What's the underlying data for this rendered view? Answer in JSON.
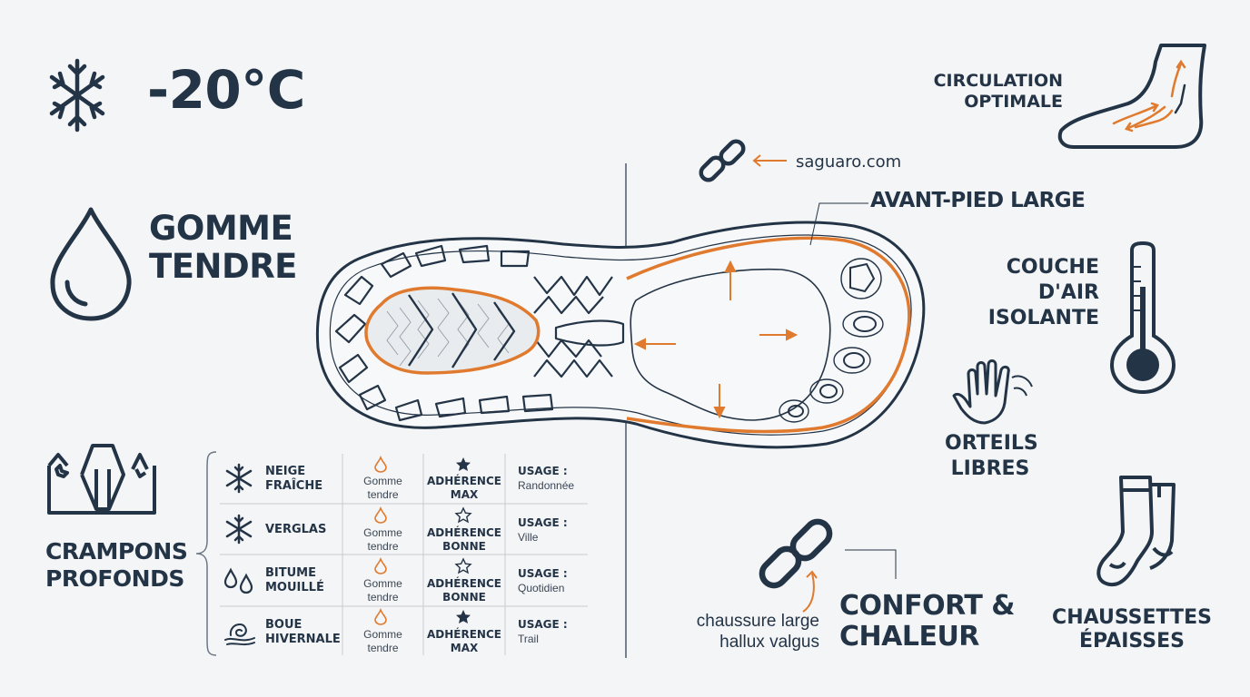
{
  "colors": {
    "navy": "#243447",
    "orange": "#e07a2e",
    "background": "#f4f5f6",
    "grid": "#c7ccd2"
  },
  "temperature": {
    "icon": "snowflake-icon",
    "value": "-20°C"
  },
  "rubber": {
    "icon": "droplet-icon",
    "line1": "GOMME",
    "line2": "TENDRE"
  },
  "cleats": {
    "icon": "cleats-icon",
    "line1": "CRAMPONS",
    "line2": "PROFONDS"
  },
  "link_top": {
    "icon": "link-icon",
    "text": "saguaro.com"
  },
  "forefoot": {
    "label": "AVANT-PIED LARGE"
  },
  "circulation": {
    "line1": "CIRCULATION",
    "line2": "OPTIMALE",
    "icon": "foot-icon"
  },
  "air_layer": {
    "line1": "COUCHE",
    "line2": "D'AIR",
    "line3": "ISOLANTE",
    "icon": "thermometer-icon"
  },
  "toes": {
    "line1": "ORTEILS",
    "line2": "LIBRES",
    "icon": "hand-icon"
  },
  "socks": {
    "line1": "CHAUSSETTES",
    "line2": "ÉPAISSES",
    "icon": "socks-icon"
  },
  "comfort": {
    "line1": "CONFORT &",
    "line2": "CHALEUR",
    "icon": "link-icon"
  },
  "bunion": {
    "line1": "chaussure large",
    "line2": "hallux valgus"
  },
  "conditions_table": {
    "rows": [
      {
        "icon": "snowflake-icon",
        "terrain": [
          "NEIGE",
          "FRAÎCHE"
        ],
        "rubber": [
          "Gomme",
          "tendre"
        ],
        "grip_icon": "star-filled-icon",
        "grip": [
          "ADHÉRENCE",
          "MAX"
        ],
        "usage_label": "USAGE :",
        "usage": "Randonnée"
      },
      {
        "icon": "snowflake-icon",
        "terrain": [
          "VERGLAS",
          ""
        ],
        "rubber": [
          "Gomme",
          "tendre"
        ],
        "grip_icon": "star-outline-icon",
        "grip": [
          "ADHÉRENCE",
          "BONNE"
        ],
        "usage_label": "USAGE :",
        "usage": "Ville"
      },
      {
        "icon": "droplets-icon",
        "terrain": [
          "BITUME",
          "MOUILLÉ"
        ],
        "rubber": [
          "Gomme",
          "tendre"
        ],
        "grip_icon": "star-outline-icon",
        "grip": [
          "ADHÉRENCE",
          "BONNE"
        ],
        "usage_label": "USAGE :",
        "usage": "Quotidien"
      },
      {
        "icon": "mud-swirl-icon",
        "terrain": [
          "BOUE",
          "HIVERNALE"
        ],
        "rubber": [
          "Gomme",
          "tendre"
        ],
        "grip_icon": "star-filled-icon",
        "grip": [
          "ADHÉRENCE",
          "MAX"
        ],
        "usage_label": "USAGE :",
        "usage": "Trail"
      }
    ]
  }
}
